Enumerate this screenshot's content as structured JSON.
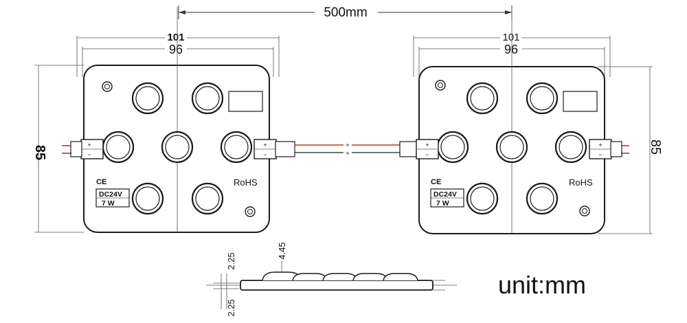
{
  "dimensions": {
    "spacing": "500mm",
    "width_outer": "101",
    "width_inner": "96",
    "height_left": "85",
    "height_right": "85",
    "side_top": "2.25",
    "side_bottom": "2.25",
    "side_height": "4.45"
  },
  "module_left": {
    "ce_mark": "CE",
    "voltage": "DC24V",
    "power": "7 W",
    "rohs": "RoHS",
    "plus": "+",
    "minus": "−"
  },
  "module_right": {
    "ce_mark": "CE",
    "voltage": "DC24V",
    "power": "7 W",
    "rohs": "RoHS",
    "plus": "+",
    "minus": "−"
  },
  "unit_label": "unit:mm",
  "colors": {
    "wire_red": "#c0392b",
    "line": "#1a1a1a"
  }
}
